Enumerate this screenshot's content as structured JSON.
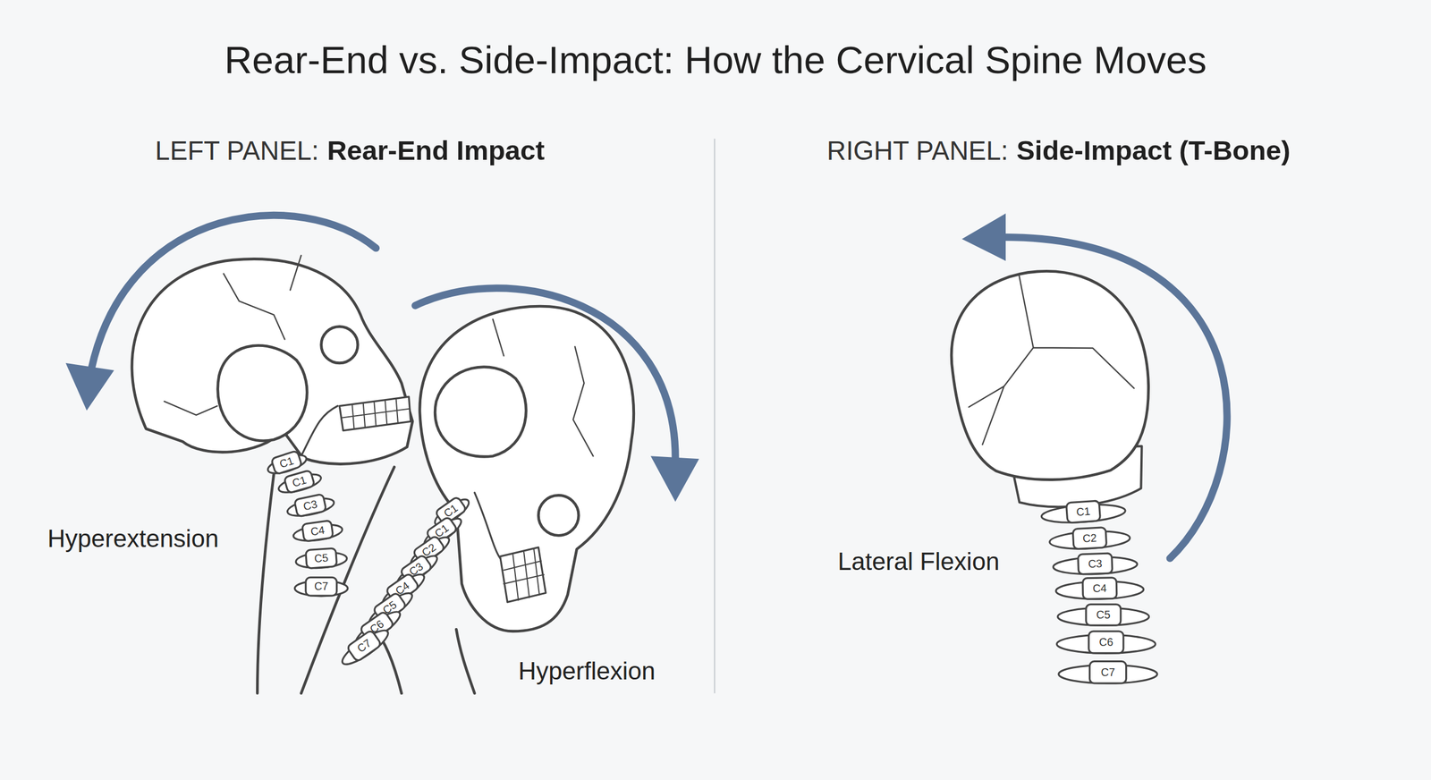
{
  "diagram": {
    "title": "Rear-End vs. Side-Impact: How the Cervical Spine Moves",
    "labels": [
      "LEFT PANEL:",
      "Rear-End Impact",
      "RIGHT PANEL:",
      "Side-Impact (T-Bone)",
      "Hyperextension",
      "Hyperflexion",
      "Lateral Flexion",
      "C1",
      "C1",
      "C3",
      "C4",
      "C5",
      "C7",
      "C1",
      "C1",
      "C2",
      "C3",
      "C4",
      "C5",
      "C6",
      "C7",
      "C1",
      "C2",
      "C3",
      "C4",
      "C5",
      "C6",
      "C7"
    ]
  }
}
